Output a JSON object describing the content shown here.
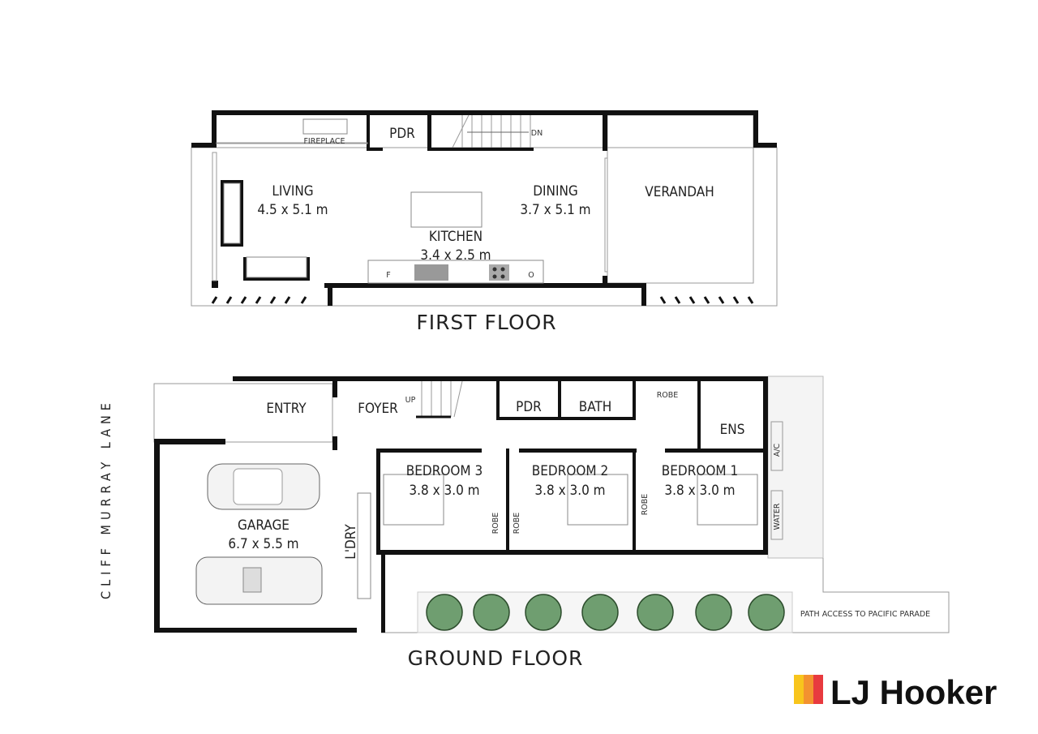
{
  "first_floor": {
    "title": "FIRST FLOOR",
    "rooms": {
      "living": {
        "name": "LIVING",
        "size": "4.5 x 5.1 m"
      },
      "dining": {
        "name": "DINING",
        "size": "3.7 x 5.1 m"
      },
      "kitchen": {
        "name": "KITCHEN",
        "size": "3.4 x 2.5 m"
      },
      "verandah": {
        "name": "VERANDAH"
      },
      "pdr": {
        "name": "PDR"
      }
    },
    "labels": {
      "fireplace": "FIREPLACE",
      "dn": "DN",
      "fridge": "F",
      "oven": "O"
    }
  },
  "ground_floor": {
    "title": "GROUND FLOOR",
    "street": "CLIFF MURRAY LANE",
    "rooms": {
      "entry": {
        "name": "ENTRY"
      },
      "foyer": {
        "name": "FOYER"
      },
      "pdr": {
        "name": "PDR"
      },
      "bath": {
        "name": "BATH"
      },
      "ens": {
        "name": "ENS"
      },
      "garage": {
        "name": "GARAGE",
        "size": "6.7 x 5.5 m"
      },
      "laundry": {
        "name": "L'DRY"
      },
      "bedroom3": {
        "name": "BEDROOM 3",
        "size": "3.8 x 3.0 m"
      },
      "bedroom2": {
        "name": "BEDROOM 2",
        "size": "3.8 x 3.0 m"
      },
      "bedroom1": {
        "name": "BEDROOM 1",
        "size": "3.8 x 3.0 m"
      }
    },
    "labels": {
      "up": "UP",
      "robe": "ROBE",
      "ac": "A/C",
      "water": "WATER",
      "path": "PATH ACCESS TO PACIFIC PARADE"
    }
  },
  "brand": {
    "name": "LJ Hooker",
    "colors": [
      "#f8c51c",
      "#f3922f",
      "#e83a3f"
    ]
  }
}
